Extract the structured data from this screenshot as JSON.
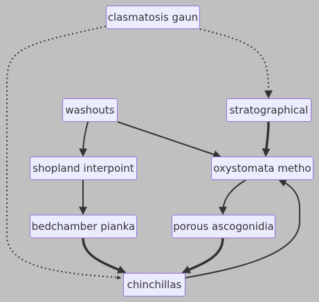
{
  "diagram": {
    "background": "#c0c0c0",
    "node_fill": "#ececff",
    "node_border": "#9370db",
    "edge_color": "#333333",
    "nodes": {
      "clasmatosis": "clasmatosis gaun",
      "washouts": "washouts",
      "stratographical": "stratographical",
      "shopland": "shopland interpoint",
      "oxystomata": "oxystomata metho",
      "bedchamber": "bedchamber pianka",
      "porous": "porous ascogonidia",
      "chinchillas": "chinchillas"
    },
    "edges": [
      {
        "from": "clasmatosis",
        "to": "stratographical",
        "style": "dotted"
      },
      {
        "from": "clasmatosis",
        "to": "chinchillas",
        "style": "dotted"
      },
      {
        "from": "washouts",
        "to": "shopland",
        "style": "normal"
      },
      {
        "from": "washouts",
        "to": "oxystomata",
        "style": "normal"
      },
      {
        "from": "stratographical",
        "to": "oxystomata",
        "style": "thick"
      },
      {
        "from": "shopland",
        "to": "bedchamber",
        "style": "normal"
      },
      {
        "from": "oxystomata",
        "to": "porous",
        "style": "normal"
      },
      {
        "from": "bedchamber",
        "to": "chinchillas",
        "style": "thick"
      },
      {
        "from": "porous",
        "to": "chinchillas",
        "style": "thick"
      },
      {
        "from": "chinchillas",
        "to": "oxystomata",
        "style": "normal"
      }
    ]
  }
}
